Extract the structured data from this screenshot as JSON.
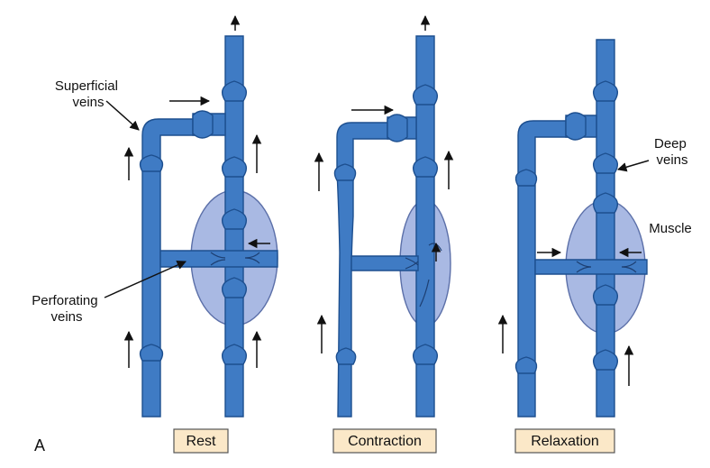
{
  "figure": {
    "panel_letter": "A",
    "labels": {
      "superficial_veins": [
        "Superficial",
        "veins"
      ],
      "perforating_veins": [
        "Perforating",
        "veins"
      ],
      "deep_veins": [
        "Deep",
        "veins"
      ],
      "muscle": "Muscle"
    },
    "panels": [
      {
        "caption": "Rest"
      },
      {
        "caption": "Contraction"
      },
      {
        "caption": "Relaxation"
      }
    ],
    "colors": {
      "vein": "#3f7bc4",
      "muscle": "#a9b9e3",
      "caption_box": "#fbe8c8"
    }
  }
}
